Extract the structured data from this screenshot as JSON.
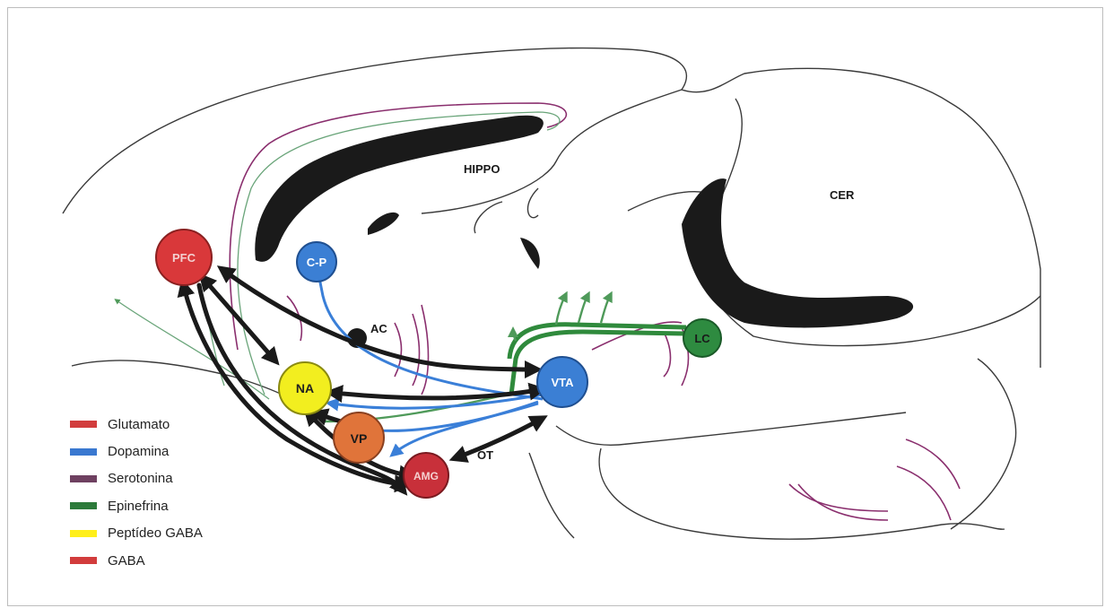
{
  "labels": {
    "hippo": "HIPPO",
    "cer": "CER",
    "ac": "AC",
    "ot": "OT"
  },
  "nodes": [
    {
      "id": "pfc",
      "label": "PFC",
      "color": "#d9383a"
    },
    {
      "id": "cp",
      "label": "C-P",
      "color": "#3b7fd4"
    },
    {
      "id": "na",
      "label": "NA",
      "color": "#f2ee1f"
    },
    {
      "id": "vp",
      "label": "VP",
      "color": "#e0743a"
    },
    {
      "id": "amg",
      "label": "AMG",
      "color": "#c8303a"
    },
    {
      "id": "vta",
      "label": "VTA",
      "color": "#3b7fd4"
    },
    {
      "id": "lc",
      "label": "LC",
      "color": "#2e8b40"
    }
  ],
  "legend": [
    {
      "label": "Glutamato",
      "color": "#d23c3c"
    },
    {
      "label": "Dopamina",
      "color": "#3a78d0"
    },
    {
      "label": "Serotonina",
      "color": "#6e4060"
    },
    {
      "label": "Epinefrina",
      "color": "#2c7a3a"
    },
    {
      "label": "Peptídeo GABA",
      "color": "#ffef1a"
    },
    {
      "label": "GABA",
      "color": "#d23c3c"
    }
  ]
}
